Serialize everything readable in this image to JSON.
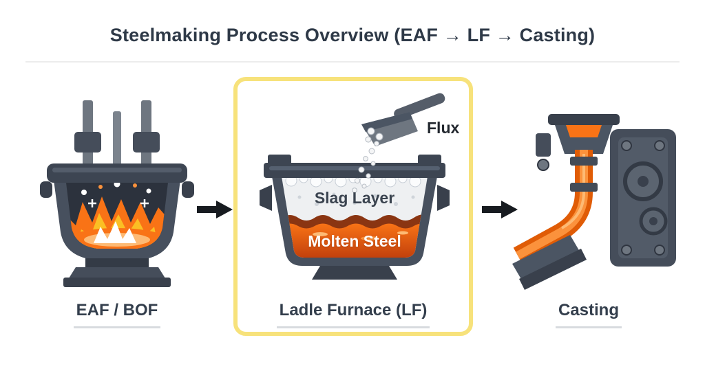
{
  "title": "Steelmaking Process Overview (EAF → LF → Casting)",
  "stages": [
    {
      "id": "eaf",
      "label": "EAF / BOF",
      "highlighted": false
    },
    {
      "id": "lf",
      "label": "Ladle Furnace (LF)",
      "highlighted": true,
      "annotations": {
        "slag": "Slag Layer",
        "steel": "Molten Steel",
        "flux": "Flux"
      }
    },
    {
      "id": "casting",
      "label": "Casting",
      "highlighted": false
    }
  ],
  "arrows": [
    {
      "from": "EAF / BOF",
      "to": "Ladle Furnace (LF)",
      "glyph": "→"
    },
    {
      "from": "Ladle Furnace (LF)",
      "to": "Casting",
      "glyph": "→"
    }
  ],
  "icons": [
    "eaf-furnace-illustration",
    "ladle-furnace-illustration",
    "casting-machine-illustration",
    "flux-scoop-icon",
    "right-arrow-icon"
  ],
  "colors": {
    "highlight_yellow": "#f7e27b",
    "molten_orange": "#f97316",
    "molten_orange_deep": "#ea580c",
    "flame_yellow": "#fbbf24",
    "slag_white": "#eef0f2",
    "machinery_gray": "#47505e",
    "machinery_gray_dark": "#39404c",
    "arrow_black": "#171b20",
    "title_text": "#2e3947",
    "label_text": "#333e4c",
    "underline_gray": "#d8dbdf"
  }
}
